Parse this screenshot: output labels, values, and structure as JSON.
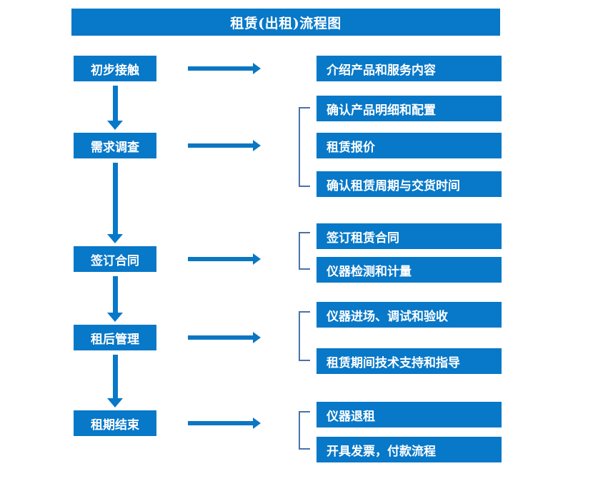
{
  "diagram": {
    "title": "租赁(出租)流程图",
    "colors": {
      "box_blue": "#0878c8",
      "arrow_blue": "#0b77c2",
      "bracket_blue": "#4a72a8",
      "text_white": "#ffffff",
      "background": "#ffffff"
    },
    "stages": [
      {
        "label": "初步接触"
      },
      {
        "label": "需求调查"
      },
      {
        "label": "签订合同"
      },
      {
        "label": "租后管理"
      },
      {
        "label": "租期结束"
      }
    ],
    "detail_groups": [
      {
        "bracketed": false,
        "items": [
          {
            "label": "介绍产品和服务内容"
          }
        ]
      },
      {
        "bracketed": true,
        "items": [
          {
            "label": "确认产品明细和配置"
          },
          {
            "label": "租赁报价"
          },
          {
            "label": "确认租赁周期与交货时间"
          }
        ]
      },
      {
        "bracketed": true,
        "items": [
          {
            "label": "签订租赁合同"
          },
          {
            "label": "仪器检测和计量"
          }
        ]
      },
      {
        "bracketed": true,
        "items": [
          {
            "label": "仪器进场、调试和验收"
          },
          {
            "label": "租赁期间技术支持和指导"
          }
        ]
      },
      {
        "bracketed": true,
        "items": [
          {
            "label": "仪器退租"
          },
          {
            "label": "开具发票，付款流程"
          }
        ]
      }
    ]
  }
}
